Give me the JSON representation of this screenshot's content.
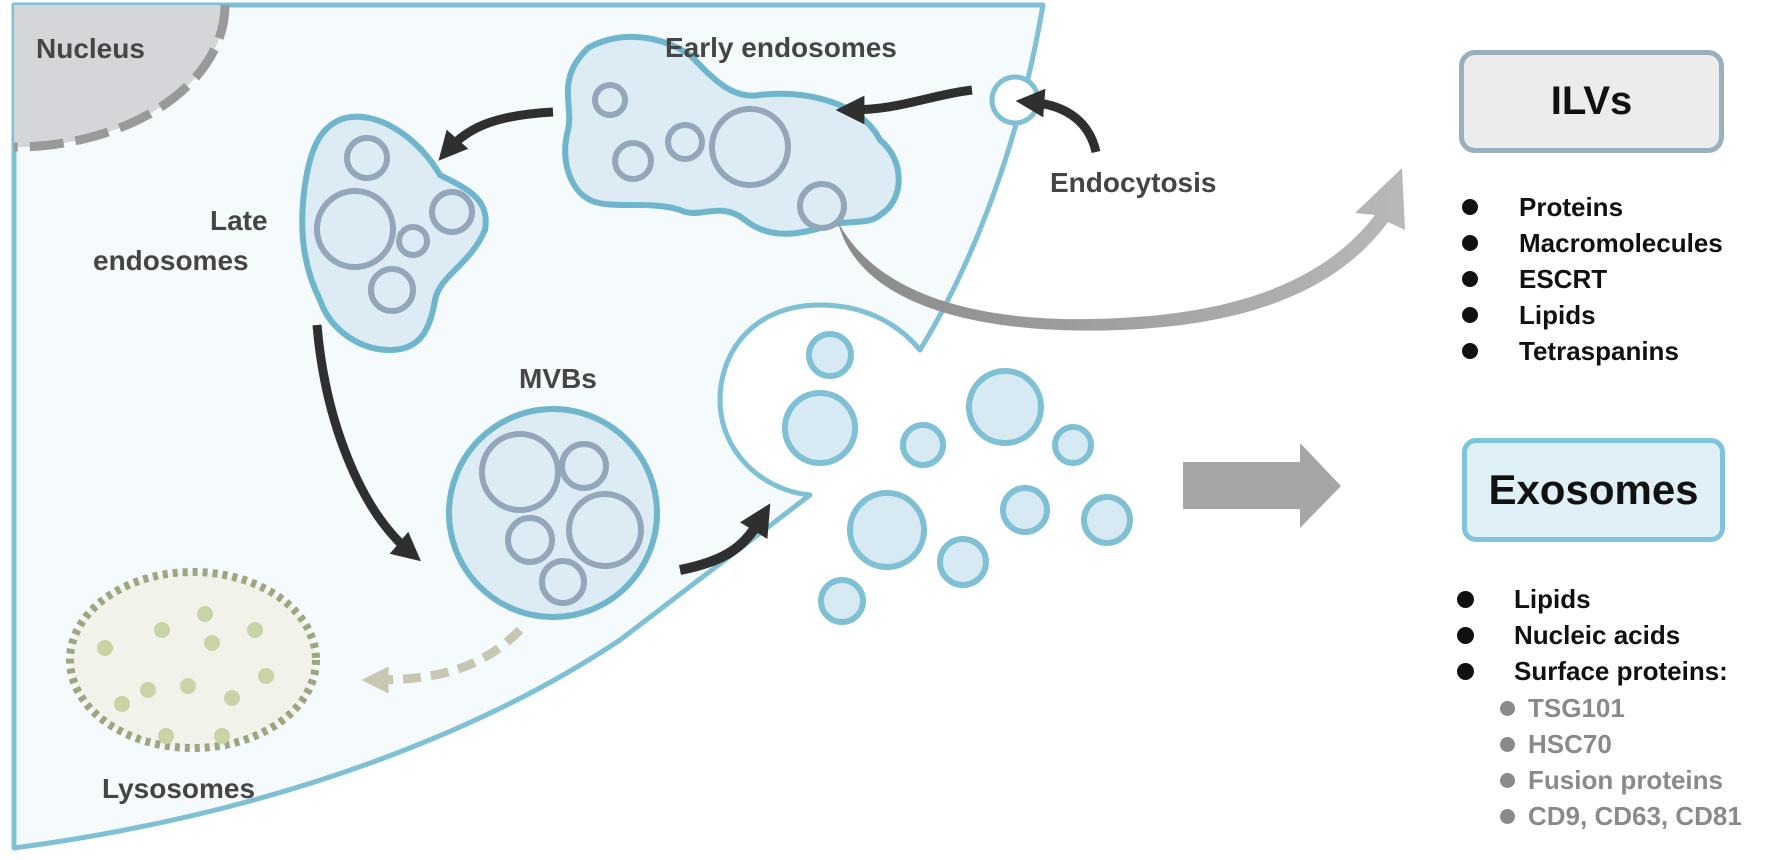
{
  "labels": {
    "nucleus": "Nucleus",
    "early_endosomes": "Early endosomes",
    "late_endosomes_line1": "Late",
    "late_endosomes_line2": "endosomes",
    "endocytosis": "Endocytosis",
    "mvbs": "MVBs",
    "lysosomes": "Lysosomes"
  },
  "ilvs": {
    "title": "ILVs",
    "items": [
      "Proteins",
      "Macromolecules",
      "ESCRT",
      "Lipids",
      "Tetraspanins"
    ]
  },
  "exosomes": {
    "title": "Exosomes",
    "items": [
      "Lipids",
      "Nucleic acids",
      "Surface proteins:"
    ],
    "sub_items": [
      "TSG101",
      "HSC70",
      "Fusion proteins",
      "CD9, CD63, CD81"
    ]
  },
  "colors": {
    "membrane": "#7fc0d5",
    "vesicle": "#93a6ba",
    "arrow": "#2f2f2f",
    "lysosome": "#9fa57f",
    "big_arrow": "#a6a6a6"
  }
}
